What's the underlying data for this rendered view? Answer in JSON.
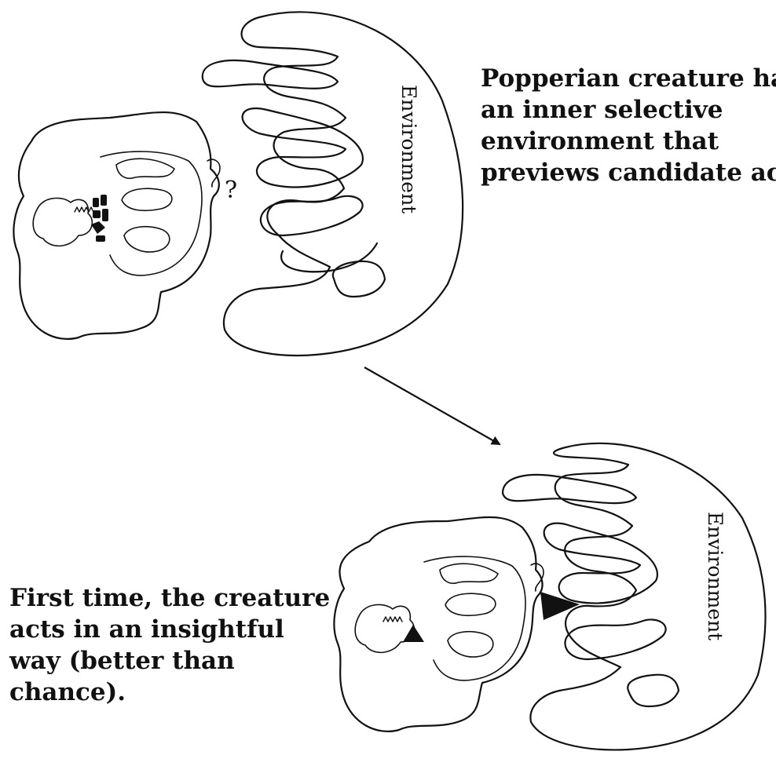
{
  "diagram": {
    "caption_top": {
      "lines": [
        "Popperian creature has",
        "an inner selective",
        "environment that",
        "previews candidate acts."
      ]
    },
    "caption_bottom": {
      "lines": [
        "First time, the creature",
        "acts in an insightful",
        "way (better than",
        "chance)."
      ]
    },
    "top_panel": {
      "environment_label": "Environment",
      "question_mark": "?"
    },
    "bottom_panel": {
      "environment_label": "Environment"
    }
  },
  "colors": {
    "ink": "#111111",
    "background": "#ffffff"
  }
}
